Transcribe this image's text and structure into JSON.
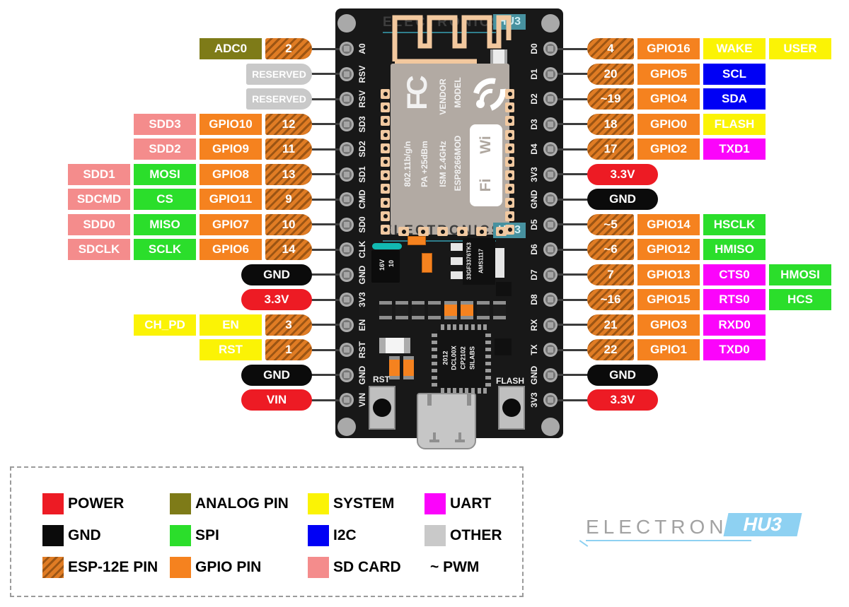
{
  "colors": {
    "power": "#ED1B24",
    "gnd": "#0B0B0B",
    "esp_base": "#E07C24",
    "esp_stripe": "#9C5514",
    "gpio": "#F5821F",
    "analog": "#7E7B18",
    "spi": "#2BDE2B",
    "system": "#FBF305",
    "i2c": "#0000F5",
    "uart": "#FB04FB",
    "sdcard": "#F48C8C",
    "other": "#C9C9C9",
    "board": "#181818",
    "copper": "#F1C9A1",
    "module": "#B2AAA3",
    "logo_blue": "#8ED1F2",
    "watermark_teal": "#47919F"
  },
  "board": {
    "left_pin_labels": [
      "A0",
      "RSV",
      "RSV",
      "SD3",
      "SD2",
      "SD1",
      "CMD",
      "SD0",
      "CLK",
      "GND",
      "3V3",
      "EN",
      "RST",
      "GND",
      "VIN"
    ],
    "right_pin_labels": [
      "D0",
      "D1",
      "D2",
      "D3",
      "D4",
      "3V3",
      "GND",
      "D5",
      "D6",
      "D7",
      "D8",
      "RX",
      "TX",
      "GND",
      "3V3"
    ],
    "watermark": {
      "text": "ELECTRONICS",
      "hub": "HU3"
    },
    "module": {
      "fcc": "FC",
      "vendor_label": "VENDOR",
      "model_label": "MODEL",
      "name": "ESP8266MOD",
      "ism": "ISM 2.4GHz",
      "pa": "PA +25dBm",
      "wifi_std": "802.11b/g/n",
      "wi": "Wi",
      "fi": "Fi"
    },
    "components": {
      "cap_value_1": "10",
      "cap_value_2": "16V",
      "regulator_line1": "AMS1117",
      "regulator_line2": "33GF3376TK3",
      "usb_chip_line1": "SILABS",
      "usb_chip_line2": "CP2102",
      "usb_chip_line3": "DCL00X",
      "usb_chip_line4": "2012",
      "rst_button_label": "RST",
      "flash_button_label": "FLASH"
    }
  },
  "left_rows": [
    {
      "cells": [
        {
          "t": "ADC0",
          "c": "analog",
          "s": "box"
        },
        {
          "t": "2",
          "c": "esp",
          "s": "pill"
        }
      ]
    },
    {
      "cells": [
        {
          "t": "RESERVED",
          "c": "other",
          "s": "pill"
        }
      ]
    },
    {
      "cells": [
        {
          "t": "RESERVED",
          "c": "other",
          "s": "pill"
        }
      ]
    },
    {
      "cells": [
        {
          "t": "SDD3",
          "c": "sdcard",
          "s": "box"
        },
        {
          "t": "GPIO10",
          "c": "gpio",
          "s": "box"
        },
        {
          "t": "12",
          "c": "esp",
          "s": "pill"
        }
      ]
    },
    {
      "cells": [
        {
          "t": "SDD2",
          "c": "sdcard",
          "s": "box"
        },
        {
          "t": "GPIO9",
          "c": "gpio",
          "s": "box"
        },
        {
          "t": "11",
          "c": "esp",
          "s": "pill"
        }
      ]
    },
    {
      "cells": [
        {
          "t": "SDD1",
          "c": "sdcard",
          "s": "box"
        },
        {
          "t": "MOSI",
          "c": "spi",
          "s": "box"
        },
        {
          "t": "GPIO8",
          "c": "gpio",
          "s": "box"
        },
        {
          "t": "13",
          "c": "esp",
          "s": "pill"
        }
      ]
    },
    {
      "cells": [
        {
          "t": "SDCMD",
          "c": "sdcard",
          "s": "box"
        },
        {
          "t": "CS",
          "c": "spi",
          "s": "box"
        },
        {
          "t": "GPIO11",
          "c": "gpio",
          "s": "box"
        },
        {
          "t": "9",
          "c": "esp",
          "s": "pill"
        }
      ]
    },
    {
      "cells": [
        {
          "t": "SDD0",
          "c": "sdcard",
          "s": "box"
        },
        {
          "t": "MISO",
          "c": "spi",
          "s": "box"
        },
        {
          "t": "GPIO7",
          "c": "gpio",
          "s": "box"
        },
        {
          "t": "10",
          "c": "esp",
          "s": "pill"
        }
      ]
    },
    {
      "cells": [
        {
          "t": "SDCLK",
          "c": "sdcard",
          "s": "box"
        },
        {
          "t": "SCLK",
          "c": "spi",
          "s": "box"
        },
        {
          "t": "GPIO6",
          "c": "gpio",
          "s": "box"
        },
        {
          "t": "14",
          "c": "esp",
          "s": "pill"
        }
      ]
    },
    {
      "cells": [
        {
          "t": "GND",
          "c": "gnd",
          "s": "stadium"
        }
      ]
    },
    {
      "cells": [
        {
          "t": "3.3V",
          "c": "power",
          "s": "stadium"
        }
      ]
    },
    {
      "cells": [
        {
          "t": "CH_PD",
          "c": "system",
          "s": "box"
        },
        {
          "t": "EN",
          "c": "system",
          "s": "box"
        },
        {
          "t": "3",
          "c": "esp",
          "s": "pill"
        }
      ]
    },
    {
      "cells": [
        {
          "t": "RST",
          "c": "system",
          "s": "box"
        },
        {
          "t": "1",
          "c": "esp",
          "s": "pill"
        }
      ]
    },
    {
      "cells": [
        {
          "t": "GND",
          "c": "gnd",
          "s": "stadium"
        }
      ]
    },
    {
      "cells": [
        {
          "t": "VIN",
          "c": "power",
          "s": "stadium"
        }
      ]
    }
  ],
  "right_rows": [
    {
      "cells": [
        {
          "t": "4",
          "c": "esp",
          "s": "pill"
        },
        {
          "t": "GPIO16",
          "c": "gpio",
          "s": "box"
        },
        {
          "t": "WAKE",
          "c": "system",
          "s": "box"
        },
        {
          "t": "USER",
          "c": "system",
          "s": "box"
        }
      ]
    },
    {
      "cells": [
        {
          "t": "20",
          "c": "esp",
          "s": "pill"
        },
        {
          "t": "GPIO5",
          "c": "gpio",
          "s": "box"
        },
        {
          "t": "SCL",
          "c": "i2c",
          "s": "box"
        }
      ]
    },
    {
      "cells": [
        {
          "t": "~19",
          "c": "esp",
          "s": "pill"
        },
        {
          "t": "GPIO4",
          "c": "gpio",
          "s": "box"
        },
        {
          "t": "SDA",
          "c": "i2c",
          "s": "box"
        }
      ]
    },
    {
      "cells": [
        {
          "t": "18",
          "c": "esp",
          "s": "pill"
        },
        {
          "t": "GPIO0",
          "c": "gpio",
          "s": "box"
        },
        {
          "t": "FLASH",
          "c": "system",
          "s": "box"
        }
      ]
    },
    {
      "cells": [
        {
          "t": "17",
          "c": "esp",
          "s": "pill"
        },
        {
          "t": "GPIO2",
          "c": "gpio",
          "s": "box"
        },
        {
          "t": "TXD1",
          "c": "uart",
          "s": "box"
        }
      ]
    },
    {
      "cells": [
        {
          "t": "3.3V",
          "c": "power",
          "s": "stadium"
        }
      ]
    },
    {
      "cells": [
        {
          "t": "GND",
          "c": "gnd",
          "s": "stadium"
        }
      ]
    },
    {
      "cells": [
        {
          "t": "~5",
          "c": "esp",
          "s": "pill"
        },
        {
          "t": "GPIO14",
          "c": "gpio",
          "s": "box"
        },
        {
          "t": "HSCLK",
          "c": "spi",
          "s": "box"
        }
      ]
    },
    {
      "cells": [
        {
          "t": "~6",
          "c": "esp",
          "s": "pill"
        },
        {
          "t": "GPIO12",
          "c": "gpio",
          "s": "box"
        },
        {
          "t": "HMISO",
          "c": "spi",
          "s": "box"
        }
      ]
    },
    {
      "cells": [
        {
          "t": "7",
          "c": "esp",
          "s": "pill"
        },
        {
          "t": "GPIO13",
          "c": "gpio",
          "s": "box"
        },
        {
          "t": "CTS0",
          "c": "uart",
          "s": "box"
        },
        {
          "t": "HMOSI",
          "c": "spi",
          "s": "box"
        }
      ]
    },
    {
      "cells": [
        {
          "t": "~16",
          "c": "esp",
          "s": "pill"
        },
        {
          "t": "GPIO15",
          "c": "gpio",
          "s": "box"
        },
        {
          "t": "RTS0",
          "c": "uart",
          "s": "box"
        },
        {
          "t": "HCS",
          "c": "spi",
          "s": "box"
        }
      ]
    },
    {
      "cells": [
        {
          "t": "21",
          "c": "esp",
          "s": "pill"
        },
        {
          "t": "GPIO3",
          "c": "gpio",
          "s": "box"
        },
        {
          "t": "RXD0",
          "c": "uart",
          "s": "box"
        }
      ]
    },
    {
      "cells": [
        {
          "t": "22",
          "c": "esp",
          "s": "pill"
        },
        {
          "t": "GPIO1",
          "c": "gpio",
          "s": "box"
        },
        {
          "t": "TXD0",
          "c": "uart",
          "s": "box"
        }
      ]
    },
    {
      "cells": [
        {
          "t": "GND",
          "c": "gnd",
          "s": "stadium"
        }
      ]
    },
    {
      "cells": [
        {
          "t": "3.3V",
          "c": "power",
          "s": "stadium"
        }
      ]
    }
  ],
  "legend": {
    "columns": [
      {
        "items": [
          {
            "label": "POWER",
            "type": "power"
          },
          {
            "label": "GND",
            "type": "gnd"
          },
          {
            "label": "ESP-12E PIN",
            "type": "esp"
          }
        ]
      },
      {
        "items": [
          {
            "label": "ANALOG PIN",
            "type": "analog"
          },
          {
            "label": "SPI",
            "type": "spi"
          },
          {
            "label": "GPIO PIN",
            "type": "gpio"
          }
        ]
      },
      {
        "items": [
          {
            "label": "SYSTEM",
            "type": "system"
          },
          {
            "label": "I2C",
            "type": "i2c"
          },
          {
            "label": "SD CARD",
            "type": "sdcard"
          }
        ]
      },
      {
        "items": [
          {
            "label": "UART",
            "type": "uart"
          },
          {
            "label": "OTHER",
            "type": "other"
          },
          {
            "label": "~ PWM",
            "type": "none"
          }
        ]
      }
    ]
  },
  "footer_logo": {
    "text": "ELECTRONICS",
    "hub": "HU3"
  }
}
